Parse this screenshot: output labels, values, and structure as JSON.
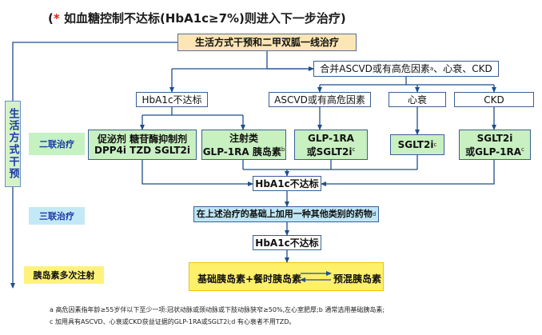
{
  "title": {
    "prefix": "(",
    "star": "*",
    "text": " 如血糖控制不达标(HbA1c≥7%)则进入下一步治疗)"
  },
  "top_box": "生活方式干预和二甲双胍一线治疗",
  "side_box": "生活方式干预",
  "ascvd_merge_box": {
    "text": "合并ASCVD或有高危因素",
    "sup": "a",
    "tail": "、心衰、CKD"
  },
  "left_branch": "HbA1c不达标",
  "branch_ascvd": "ASCVD或有高危因素",
  "branch_hf": "心衰",
  "branch_ckd": "CKD",
  "categories": {
    "dual": "二联治疗",
    "triple": "三联治疗",
    "insulin": "胰岛素多次注射"
  },
  "dual_boxes": {
    "oral": {
      "line1": "促泌剂 糖苷酶抑制剂",
      "line2": "DPP4i TZD SGLT2i"
    },
    "injectable": {
      "line1": "注射类",
      "line2": "GLP-1RA 胰岛素",
      "sup": "b"
    },
    "ascvd": {
      "line1": "GLP-1RA",
      "line2": "或SGLT2i",
      "sup": "c"
    },
    "hf": {
      "line1": "SGLT2i",
      "sup": "c"
    },
    "ckd": {
      "line1": "SGLT2i",
      "line2": "或GLP-1RA",
      "sup": "c"
    }
  },
  "hba1c_box_1": "HbA1c不达标",
  "triple_box": {
    "text": "在上述治疗的基础上加用一种其他类别的药物",
    "sup": "d"
  },
  "hba1c_box_2": "HbA1c不达标",
  "insulin_box": {
    "left": "基础胰岛素+餐时胰岛素",
    "right": "预混胰岛素"
  },
  "notes": {
    "line1": "a 高危因素指年龄≥55岁伴以下至少一项:冠状动脉或颈动脉或下肢动脉狭窄≥50%,左心室肥厚;b 通常选用基础胰岛素;",
    "line2": "c 加用具有ASCVD、心衰或CKD获益证据的GLP-1RA或SGLT2i;d 有心衰者不用TZD。"
  },
  "colors": {
    "arrow": "#1f4e8c",
    "star": "#e0201b"
  }
}
